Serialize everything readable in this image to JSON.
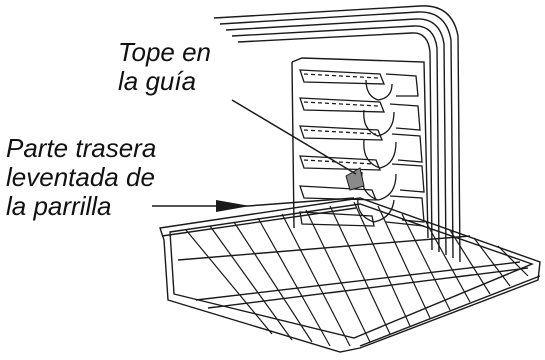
{
  "labels": {
    "rack_stop": [
      "Tope en",
      "la guía"
    ],
    "rack_rear": [
      "Parte trasera",
      "leventada de",
      "la parrilla"
    ]
  },
  "colors": {
    "ink": "#1a1a1a",
    "background": "#ffffff",
    "shade": "#8a8a8a"
  }
}
